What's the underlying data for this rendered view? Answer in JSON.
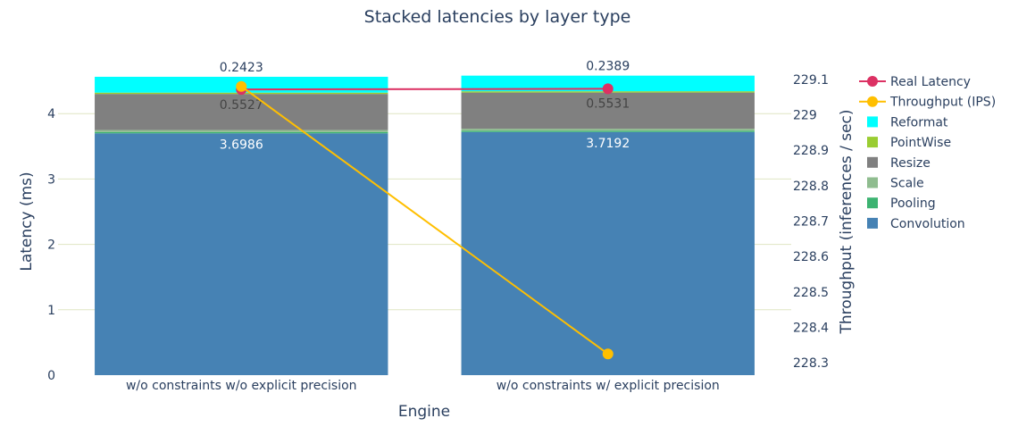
{
  "chart_data": {
    "type": "bar",
    "title": "Stacked latencies by layer type",
    "xlabel": "Engine",
    "ylabel": "Latency (ms)",
    "y2label": "Throughput (inferences / sec)",
    "categories": [
      "w/o constraints w/o explicit precision",
      "w/o constraints w/ explicit precision"
    ],
    "ylim": [
      0,
      4.85
    ],
    "y2lim": [
      228.265,
      229.16
    ],
    "yticks": [
      "0",
      "1",
      "2",
      "3",
      "4"
    ],
    "y2ticks": [
      "228.3",
      "228.4",
      "228.5",
      "228.6",
      "228.7",
      "228.8",
      "228.9",
      "229",
      "229.1"
    ],
    "grid": true,
    "legend_position": "right",
    "series": [
      {
        "name": "Convolution",
        "color": "#4682B4",
        "values": [
          3.6986,
          3.7192
        ],
        "labels": [
          "3.6986",
          "3.7192"
        ],
        "label_color": "#ffffff"
      },
      {
        "name": "Pooling",
        "color": "#3CB371",
        "values": [
          0.02,
          0.02
        ],
        "labels": [],
        "label_color": ""
      },
      {
        "name": "Scale",
        "color": "#8FBC8F",
        "values": [
          0.03,
          0.03
        ],
        "labels": [],
        "label_color": ""
      },
      {
        "name": "Resize",
        "color": "#808080",
        "values": [
          0.5527,
          0.5531
        ],
        "labels": [
          "0.5527",
          "0.5531"
        ],
        "label_color": "#444444"
      },
      {
        "name": "PointWise",
        "color": "#9ACD32",
        "values": [
          0.02,
          0.02
        ],
        "labels": [],
        "label_color": ""
      },
      {
        "name": "Reformat",
        "color": "#00FFFF",
        "values": [
          0.2423,
          0.2389
        ],
        "labels": [
          "0.2423",
          "0.2389"
        ],
        "label_color": "#2a3f5f"
      }
    ],
    "lines": [
      {
        "name": "Real Latency",
        "color": "#DC3163",
        "axis": "y",
        "values": [
          4.37,
          4.38
        ]
      },
      {
        "name": "Throughput (IPS)",
        "color": "#FFBF00",
        "axis": "y2",
        "values": [
          229.08,
          228.325
        ]
      }
    ],
    "legend": [
      {
        "name": "Real Latency",
        "kind": "line",
        "color": "#DC3163"
      },
      {
        "name": "Throughput (IPS)",
        "kind": "line",
        "color": "#FFBF00"
      },
      {
        "name": "Reformat",
        "kind": "box",
        "color": "#00FFFF"
      },
      {
        "name": "PointWise",
        "kind": "box",
        "color": "#9ACD32"
      },
      {
        "name": "Resize",
        "kind": "box",
        "color": "#808080"
      },
      {
        "name": "Scale",
        "kind": "box",
        "color": "#8FBC8F"
      },
      {
        "name": "Pooling",
        "kind": "box",
        "color": "#3CB371"
      },
      {
        "name": "Convolution",
        "kind": "box",
        "color": "#4682B4"
      }
    ]
  }
}
